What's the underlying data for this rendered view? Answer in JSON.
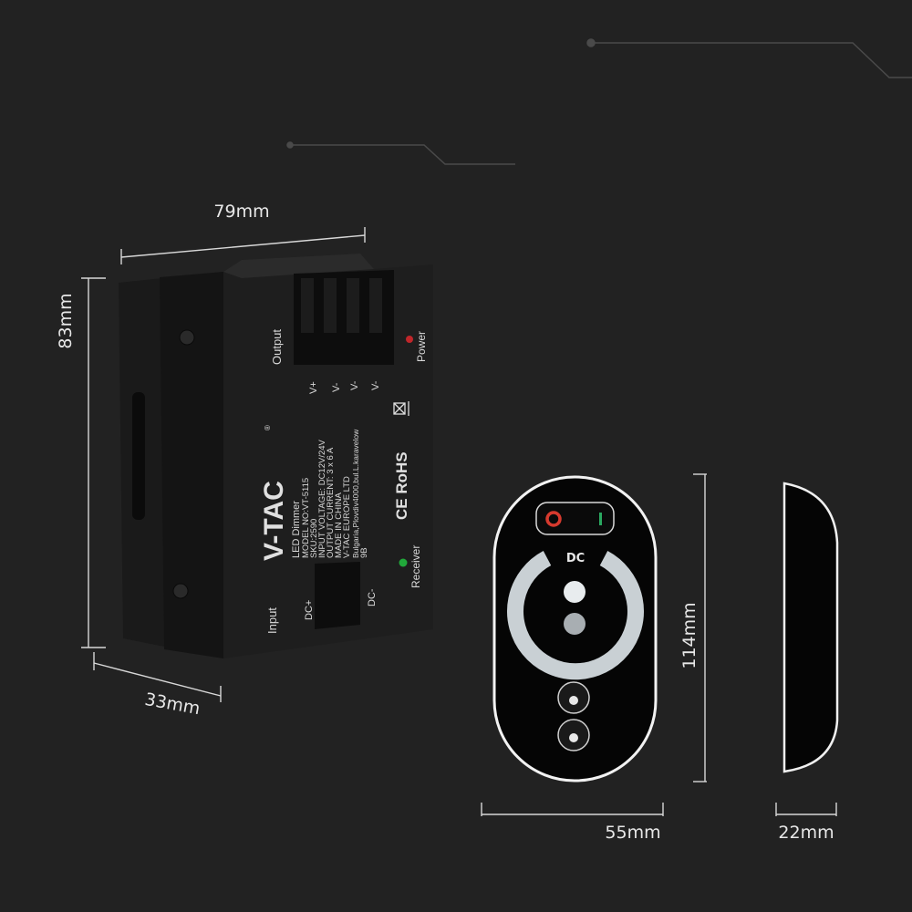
{
  "dimensions": {
    "controller_width": "79mm",
    "controller_height": "83mm",
    "controller_depth": "33mm",
    "remote_height": "114mm",
    "remote_width": "55mm",
    "remote_depth": "22mm"
  },
  "controller": {
    "brand": "V-TAC",
    "registered": "®",
    "label_lines": [
      "LED Dimmer",
      "MODEL NO:VT-5115",
      "SKU:2590",
      "INPUT VOLTAGE: DC12V/24V",
      "OUTPUT CURRENT: 3 x 6 A",
      "MADE IN CHINA",
      "V-TAC EUROPE LTD",
      "Bulgaria,Plovdiv4000,bul.L.karavelow",
      "9B"
    ],
    "output_label": "Output",
    "input_label": "Input",
    "power_label": "Power",
    "receiver_label": "Receiver",
    "terminals": [
      "V+",
      "V-",
      "V-",
      "V-"
    ],
    "dc_plus": "DC+",
    "dc_minus": "DC-",
    "certifications": "CE RoHS"
  },
  "remote": {
    "mode_label": "DC"
  },
  "colors": {
    "background": "#222222",
    "power_led": "#c0262a",
    "receiver_led": "#21a83a",
    "remote_off": "#d63a2e",
    "remote_on": "#2aa860"
  }
}
